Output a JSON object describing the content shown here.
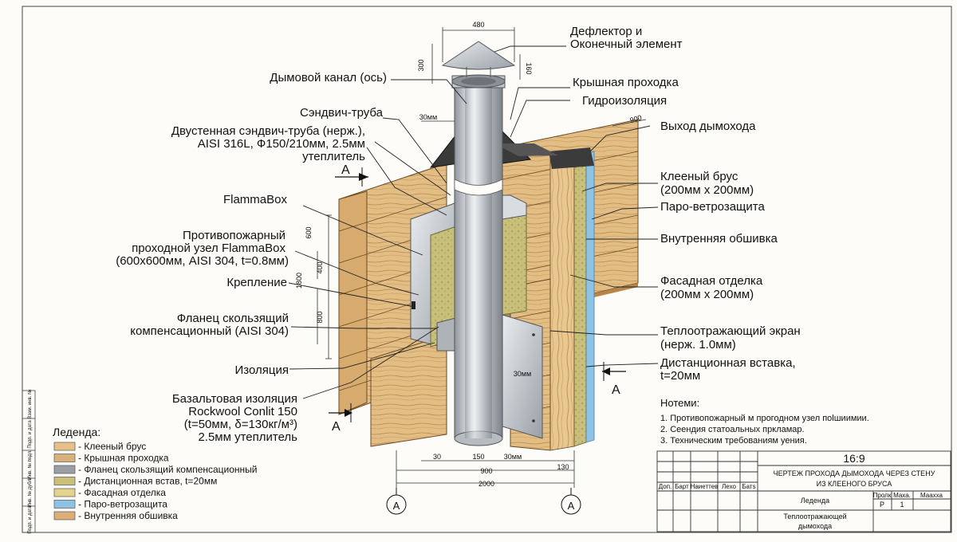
{
  "labels": {
    "deflector_1": "Дефлектор и",
    "deflector_2": "Оконечный элемент",
    "smoke_channel": "Дымовой канал (ось)",
    "roof_pass": "Крышная проходка",
    "waterproof": "Гидроизоляция",
    "sandwich": "Сэндвич-труба",
    "double_1": "Двустенная сэндвич-труба (нерж.),",
    "double_2": "AISI 316L, Ф150/210мм, 2.5мм",
    "double_3": "утеплитель",
    "exit": "Выход дымохода",
    "glued_1": "Клееный брус",
    "glued_2": "(200мм х 200мм)",
    "vapor": "Паро-ветрозащита",
    "flammabox": "FlammaBox",
    "fire_1": "Противопожарный",
    "fire_2": "проходной узел FlammaBox",
    "fire_3": "(600х600мм, AISI 304, t=0.8мм)",
    "inner": "Внутренняя обшивка",
    "mount": "Крепление",
    "facade_1": "Фасадная отделка",
    "facade_2": "(200мм х 200мм)",
    "flange_1": "Фланец скользящий",
    "flange_2": "компенсационный (AISI 304)",
    "screen_1": "Теплоотражающий экран",
    "screen_2": "(нерж. 1.0мм)",
    "insulation": "Изоляция",
    "spacer_1": "Дистанционная вставка,",
    "spacer_2": "t=20мм",
    "basalt_1": "Базальтовая изоляция",
    "basalt_2": "Rockwool Conlit 150",
    "basalt_3": "(t=50мм, δ=130кг/м³)",
    "basalt_4": "2.5мм утеплитель"
  },
  "dims": {
    "d480": "480",
    "d300": "300",
    "d160": "160",
    "d30top": "30мм",
    "d900top": "900",
    "d600": "600",
    "d1800": "1800",
    "d400": "400",
    "d800": "800",
    "d30mm_mid": "30мм",
    "b30": "30",
    "b150": "150",
    "b30mm": "30мм",
    "b130": "130",
    "b900": "900",
    "b2000": "2000"
  },
  "section": {
    "mark": "A"
  },
  "notes": {
    "title": "Нотеми:",
    "items": [
      "1. Противопожарный м прогодном узел поlшиимии.",
      "2. Сеендия статоальных пркламар.",
      "3. Техническим требованиям уения."
    ]
  },
  "legend": {
    "title": "Леденда:",
    "items": [
      {
        "label": "- Клееный брус",
        "color": "#e6c28a"
      },
      {
        "label": "- Крышная проходка",
        "color": "#d9b27b"
      },
      {
        "label": "- Фланец скользящий компенсационный",
        "color": "#9a9fa6"
      },
      {
        "label": "- Дистанционная встав, t=20мм",
        "color": "#c9bf78"
      },
      {
        "label": "- Фасадная отделка",
        "color": "#e3d38c"
      },
      {
        "label": "- Паро-ветрозащита",
        "color": "#8ec3e6"
      },
      {
        "label": "- Внутренняя обшивка",
        "color": "#dcae78"
      }
    ]
  },
  "title_block": {
    "ratio": "16:9",
    "title_1": "ЧЕРТЕЖ ПРОХОДА ДЫМОХОДА ЧЕРЕЗ СТЕНУ",
    "title_2": "ИЗ КЛЕЕНОГО БРУСА",
    "cols": [
      "Доп.",
      "Барт",
      "Наиеттев",
      "Лехо",
      "Батs"
    ],
    "legend_cell": "Леденда",
    "h_stage": "Пролк",
    "h_sheet": "Маха.",
    "h_scale": "Маахха",
    "v_stage": "Р",
    "v_sheet": "1",
    "bottom_1": "Теплоотражающей",
    "bottom_2": "дымохода"
  },
  "side_stamp": [
    "Взам. инв. №",
    "Подп. и дата",
    "Инв. № подл.",
    "Инв. № дубл.",
    "Подп. и дата"
  ]
}
